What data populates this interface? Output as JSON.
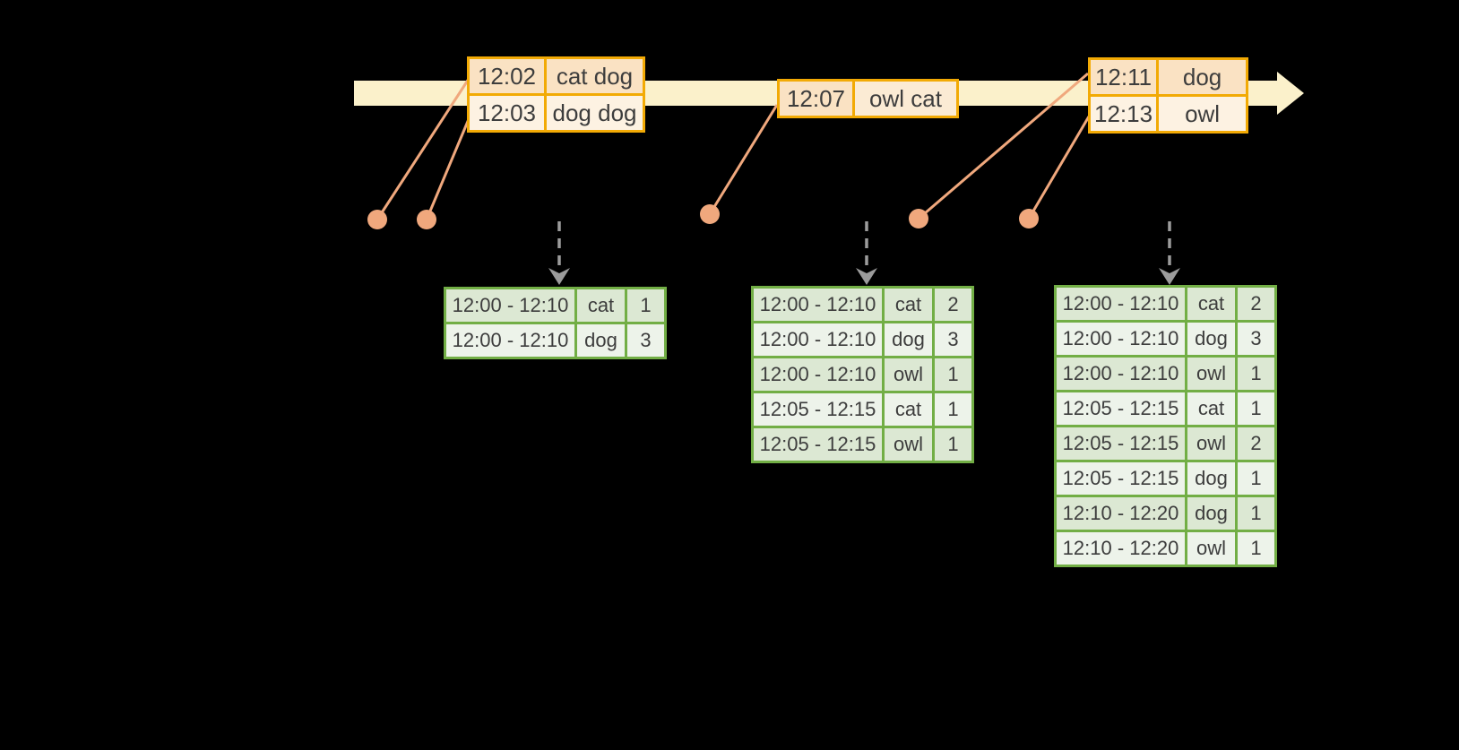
{
  "colors": {
    "background": "#000000",
    "timeline_band": "#FBF1CB",
    "event_border": "#F2AA05",
    "event_row_dark": "#FAE2C3",
    "event_row_mid": "#FBEBD4",
    "event_row_light": "#FDF2E2",
    "marker": "#F0A87D",
    "trigger_arrow": "#9C9C9C",
    "result_border": "#72AE45",
    "result_row_dark": "#DCE8D3",
    "result_row_light": "#EDF3EA",
    "text": "#3D3D3D"
  },
  "icons": {
    "timeline_arrowhead": "right-pointing-triangle",
    "event_marker": "filled-circle",
    "trigger_arrow": "dashed-down-arrow"
  },
  "event_tables": [
    {
      "rows": [
        {
          "time": "12:02",
          "words": "cat dog",
          "shade": "dark"
        },
        {
          "time": "12:03",
          "words": "dog dog",
          "shade": "light"
        }
      ]
    },
    {
      "rows": [
        {
          "time": "12:07",
          "words": "owl cat",
          "shade": "split"
        }
      ]
    },
    {
      "rows": [
        {
          "time": "12:11",
          "words": "dog",
          "shade": "dark"
        },
        {
          "time": "12:13",
          "words": "owl",
          "shade": "light"
        }
      ]
    }
  ],
  "result_tables": [
    {
      "rows": [
        [
          "12:00 - 12:10",
          "cat",
          "1"
        ],
        [
          "12:00 - 12:10",
          "dog",
          "3"
        ]
      ]
    },
    {
      "rows": [
        [
          "12:00 - 12:10",
          "cat",
          "2"
        ],
        [
          "12:00 - 12:10",
          "dog",
          "3"
        ],
        [
          "12:00 - 12:10",
          "owl",
          "1"
        ],
        [
          "12:05 - 12:15",
          "cat",
          "1"
        ],
        [
          "12:05 - 12:15",
          "owl",
          "1"
        ]
      ]
    },
    {
      "rows": [
        [
          "12:00 - 12:10",
          "cat",
          "2"
        ],
        [
          "12:00 - 12:10",
          "dog",
          "3"
        ],
        [
          "12:00 - 12:10",
          "owl",
          "1"
        ],
        [
          "12:05 - 12:15",
          "cat",
          "1"
        ],
        [
          "12:05 - 12:15",
          "owl",
          "2"
        ],
        [
          "12:05 - 12:15",
          "dog",
          "1"
        ],
        [
          "12:10 - 12:20",
          "dog",
          "1"
        ],
        [
          "12:10 - 12:20",
          "owl",
          "1"
        ]
      ]
    }
  ]
}
